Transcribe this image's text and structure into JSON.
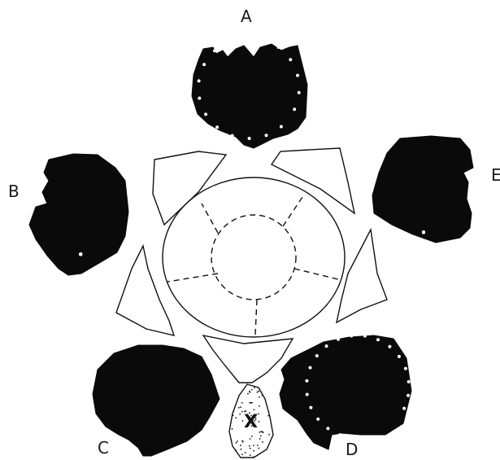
{
  "pieces": [
    {
      "id": "A",
      "label": "A"
    },
    {
      "id": "B",
      "label": "B"
    },
    {
      "id": "E",
      "label": "E"
    },
    {
      "id": "C",
      "label": "C"
    },
    {
      "id": "D",
      "label": "D"
    }
  ],
  "center_piece": {
    "label": "X"
  },
  "colors": {
    "piece_fill": "#0a0a0a",
    "outline": "#111111",
    "background": "#ffffff"
  }
}
